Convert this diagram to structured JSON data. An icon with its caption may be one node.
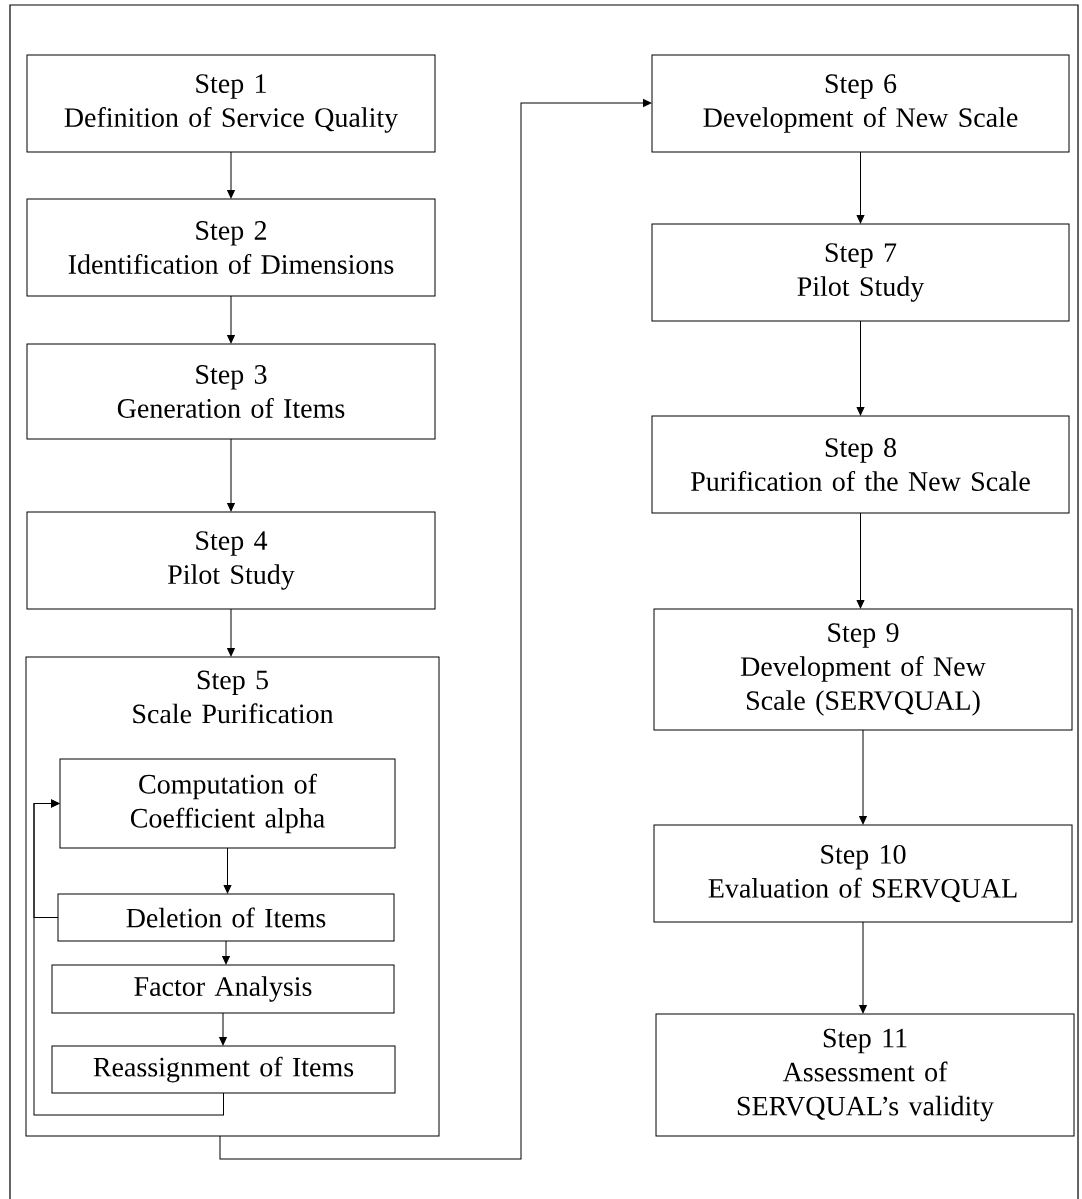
{
  "diagram": {
    "nodes": [
      {
        "text": [
          "Step 1",
          "Definition of Service Quality"
        ]
      },
      {
        "text": [
          "Step 2",
          "Identification of Dimensions"
        ]
      },
      {
        "text": [
          "Step 3",
          "Generation of Items"
        ]
      },
      {
        "text": [
          "Step 4",
          "Pilot Study"
        ]
      },
      {
        "text": [
          "Step 5",
          "Scale Purification"
        ]
      },
      {
        "text": [
          "Computation of Coefficient alpha"
        ],
        "in": 4
      },
      {
        "text": [
          "Deletion of Items"
        ],
        "in": 4
      },
      {
        "text": [
          "Factor Analysis"
        ],
        "in": 4
      },
      {
        "text": [
          "Reassignment of Items"
        ],
        "in": 4
      },
      {
        "text": [
          "Step 6",
          "Development of New Scale"
        ]
      },
      {
        "text": [
          "Step 7",
          "Pilot Study"
        ]
      },
      {
        "text": [
          "Step 8",
          "Purification of the New Scale"
        ]
      },
      {
        "text": [
          "Step 9",
          "Development of New Scale (SERVQUAL)"
        ]
      },
      {
        "text": [
          "Step 10",
          "Evaluation of SERVQUAL"
        ]
      },
      {
        "text": [
          "Step 11",
          "Assessment of SERVQUAL’s validity"
        ]
      }
    ],
    "edges": [
      {
        "from": 0,
        "to": 1,
        "arrow": "to"
      },
      {
        "from": 1,
        "to": 2,
        "arrow": "to"
      },
      {
        "from": 2,
        "to": 3,
        "arrow": "to"
      },
      {
        "from": 3,
        "to": 4,
        "arrow": "to"
      },
      {
        "from": 5,
        "to": 6,
        "arrow": "to"
      },
      {
        "from": 6,
        "to": 7,
        "arrow": "to"
      },
      {
        "from": 7,
        "to": 8,
        "arrow": "to"
      },
      {
        "from": 8,
        "to": 5,
        "arrow": "to"
      },
      {
        "from": 6,
        "to": 5,
        "arrow": "to"
      },
      {
        "from": 4,
        "to": 9,
        "arrow": "to"
      },
      {
        "from": 9,
        "to": 10,
        "arrow": "to"
      },
      {
        "from": 10,
        "to": 11,
        "arrow": "to"
      },
      {
        "from": 11,
        "to": 12,
        "arrow": "to"
      },
      {
        "from": 12,
        "to": 13,
        "arrow": "to"
      },
      {
        "from": 13,
        "to": 14,
        "arrow": "to"
      }
    ]
  }
}
